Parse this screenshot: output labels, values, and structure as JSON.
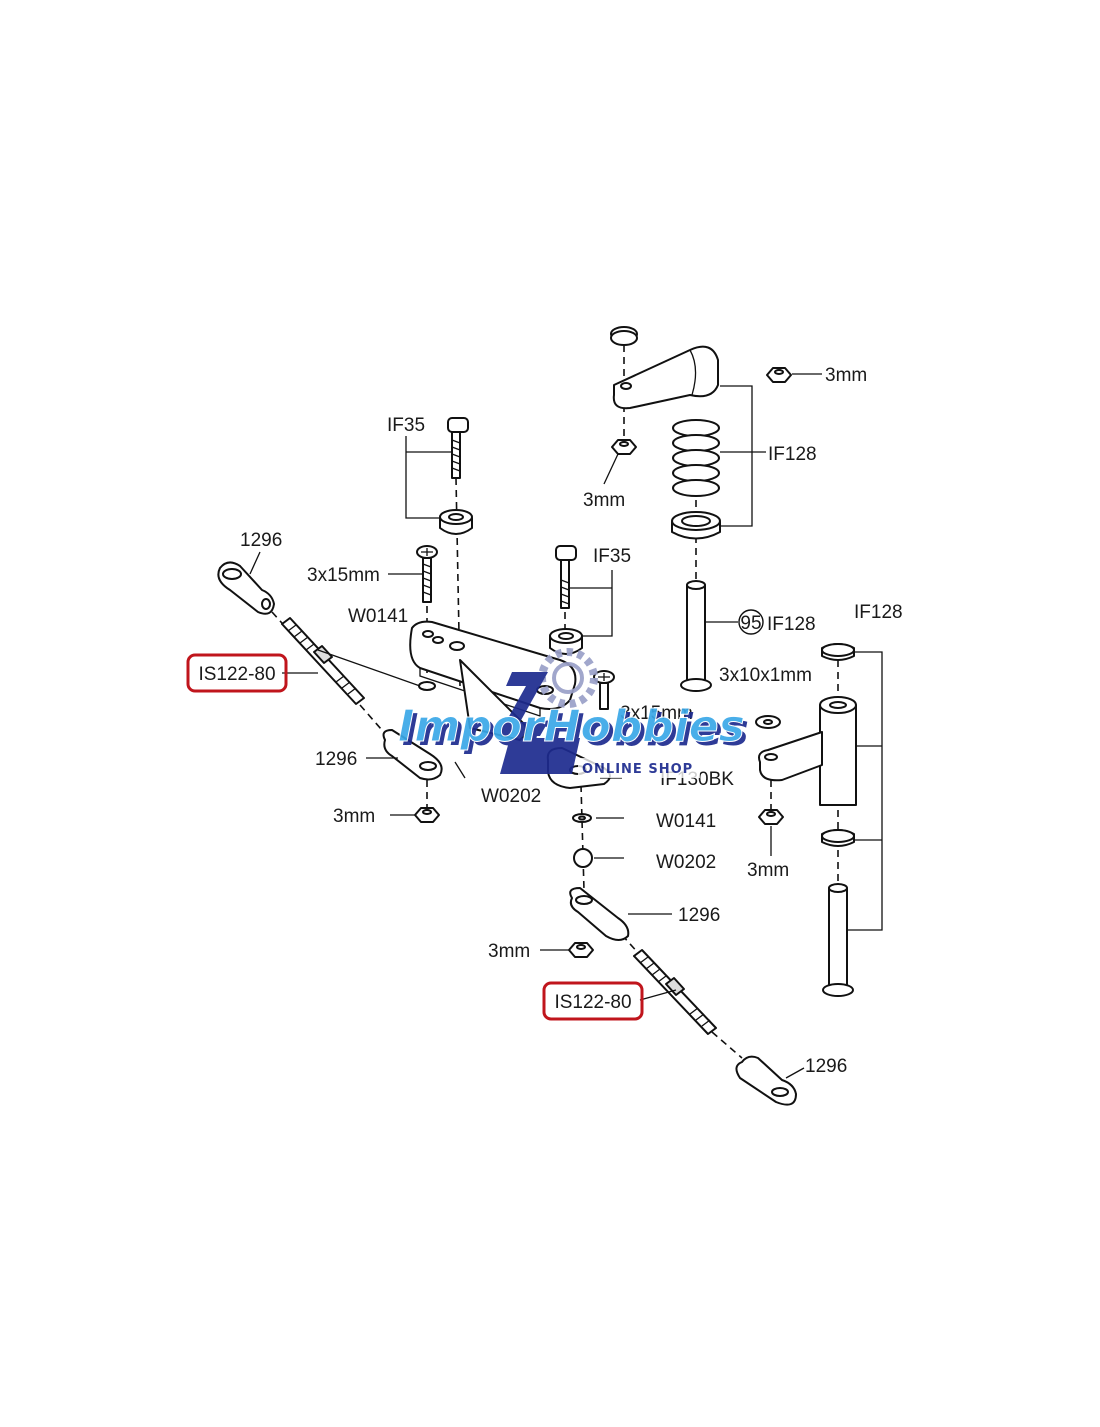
{
  "labels": {
    "if35_top": "IF35",
    "if35_mid": "IF35",
    "if128_top": "IF128",
    "if128_post": "IF128",
    "if128_right": "IF128",
    "circled_num": "95",
    "nut_top_right": "3mm",
    "nut_top_left": "3mm",
    "nut_left": "3mm",
    "nut_bottom": "3mm",
    "nut_right": "3mm",
    "rod_end_top_left": "1296",
    "rod_end_mid_left": "1296",
    "rod_end_bottom_mid": "1296",
    "rod_end_bottom_right": "1296",
    "screw_3x15_left": "3x15mm",
    "screw_3x15_mid": "3x15mm",
    "washer_3x10x1": "3x10x1mm",
    "w0141_left": "W0141",
    "w0141_bottom": "W0141",
    "w0202_left": "W0202",
    "w0202_bottom": "W0202",
    "if130bk": "IF130BK"
  },
  "highlighted_parts": {
    "top": "IS122-80",
    "bottom": "IS122-80",
    "highlight_color": "#c0151c"
  },
  "watermark": {
    "brand": "ImporHobbies",
    "tagline": "ONLINE SHOP",
    "color_primary": "#3aa8e8",
    "color_shadow": "#1d2b8f"
  }
}
